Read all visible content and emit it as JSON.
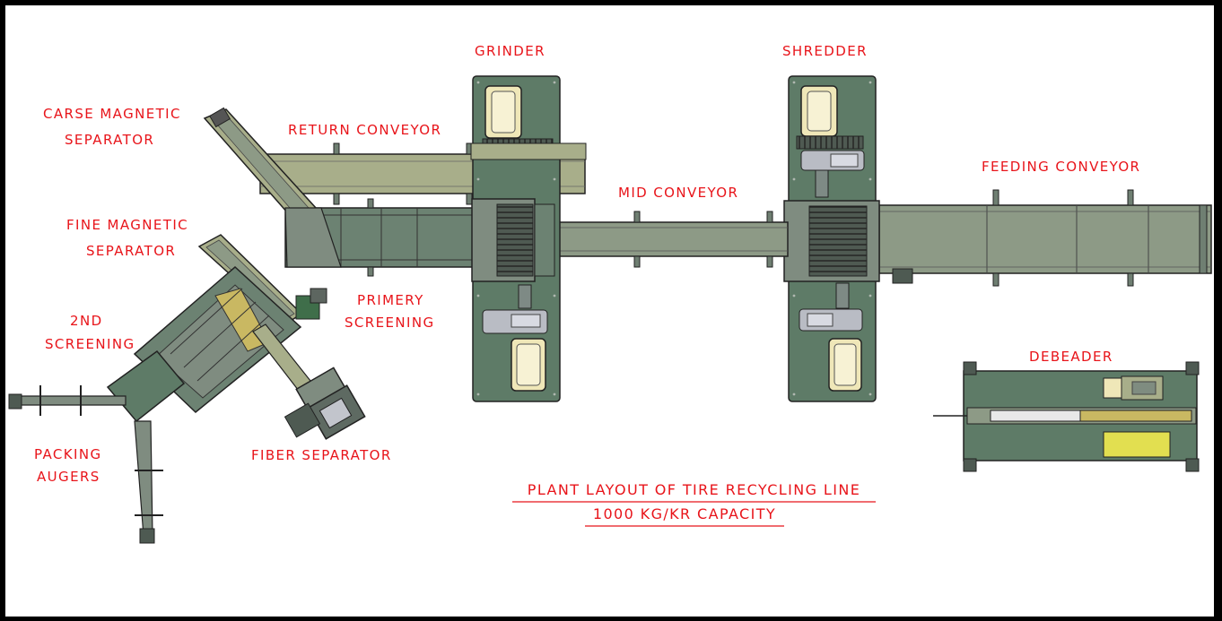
{
  "labels": {
    "grinder": "GRINDER",
    "shredder": "SHREDDER",
    "carse_magnetic_line1": "CARSE MAGNETIC",
    "carse_magnetic_line2": "SEPARATOR",
    "return_conveyor": "RETURN CONVEYOR",
    "feeding_conveyor": "FEEDING CONVEYOR",
    "mid_conveyor": "MID CONVEYOR",
    "fine_magnetic_line1": "FINE MAGNETIC",
    "fine_magnetic_line2": "SEPARATOR",
    "primary_screening_line1": "PRIMERY",
    "primary_screening_line2": "SCREENING",
    "second_screening_line1": "2ND",
    "second_screening_line2": "SCREENING",
    "debeader": "DEBEADER",
    "packing_augers_line1": "PACKING",
    "packing_augers_line2": "AUGERS",
    "fiber_separator": "FIBER SEPARATOR"
  },
  "title": {
    "line1": "PLANT LAYOUT OF TIRE RECYCLING LINE",
    "line2": "1000 KG/KR CAPACITY"
  },
  "colors": {
    "background": "#000000",
    "sheet": "#ffffff",
    "label_red": "#e8141a",
    "plate_green": "#5e7b67",
    "conveyor_olive": "#a8ae8a",
    "conveyor_gray": "#8d9a86",
    "motor_cream": "#efe7b8",
    "accent_yellow": "#e2df50"
  }
}
